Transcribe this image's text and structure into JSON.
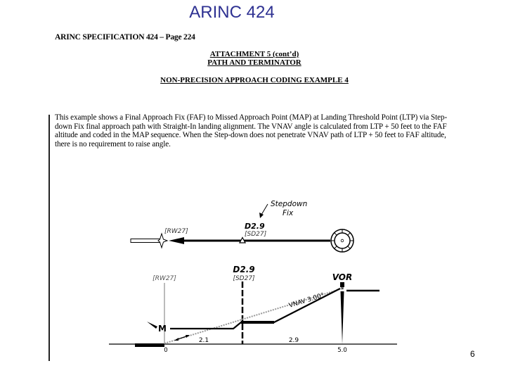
{
  "slide": {
    "title": "ARINC 424",
    "page_number": "6",
    "title_color": "#2e3192"
  },
  "document": {
    "header": "ARINC SPECIFICATION 424 – Page 224",
    "attachment_line1": "ATTACHMENT 5 (cont’d)",
    "attachment_line2": "PATH AND TERMINATOR",
    "section_title": "NON-PRECISION APPROACH CODING EXAMPLE 4",
    "paragraph": "This example shows a Final Approach Fix (FAF) to Missed Approach Point (MAP) at Landing Threshold Point (LTP) via Step-down Fix final approach path with Straight-In landing alignment. The VNAV angle is calculated from LTP + 50 feet to the FAF altitude and coded in the MAP sequence. When the Step-down does not penetrate VNAV path of LTP + 50 feet to FAF altitude, there is no requirement to raise angle."
  },
  "plan_view": {
    "stepdown_label_line1": "Stepdown",
    "stepdown_label_line2": "Fix",
    "fix_name": "D2.9",
    "fix_id": "[SD27]",
    "runway_id": "[RW27]",
    "icons": [
      "runway-icon",
      "direction-arrow-icon",
      "stepdown-triangle-icon",
      "vor-compass-rose-icon"
    ]
  },
  "profile_view": {
    "runway_id": "[RW27]",
    "fix_name": "D2.9",
    "fix_id": "[SD27]",
    "vor_label": "VOR",
    "vnav_label": "VNAV 3.00°",
    "map_marker": "M",
    "distance_1": "2.1",
    "distance_2": "2.9",
    "tick_0": "0",
    "tick_5": "5.0"
  }
}
